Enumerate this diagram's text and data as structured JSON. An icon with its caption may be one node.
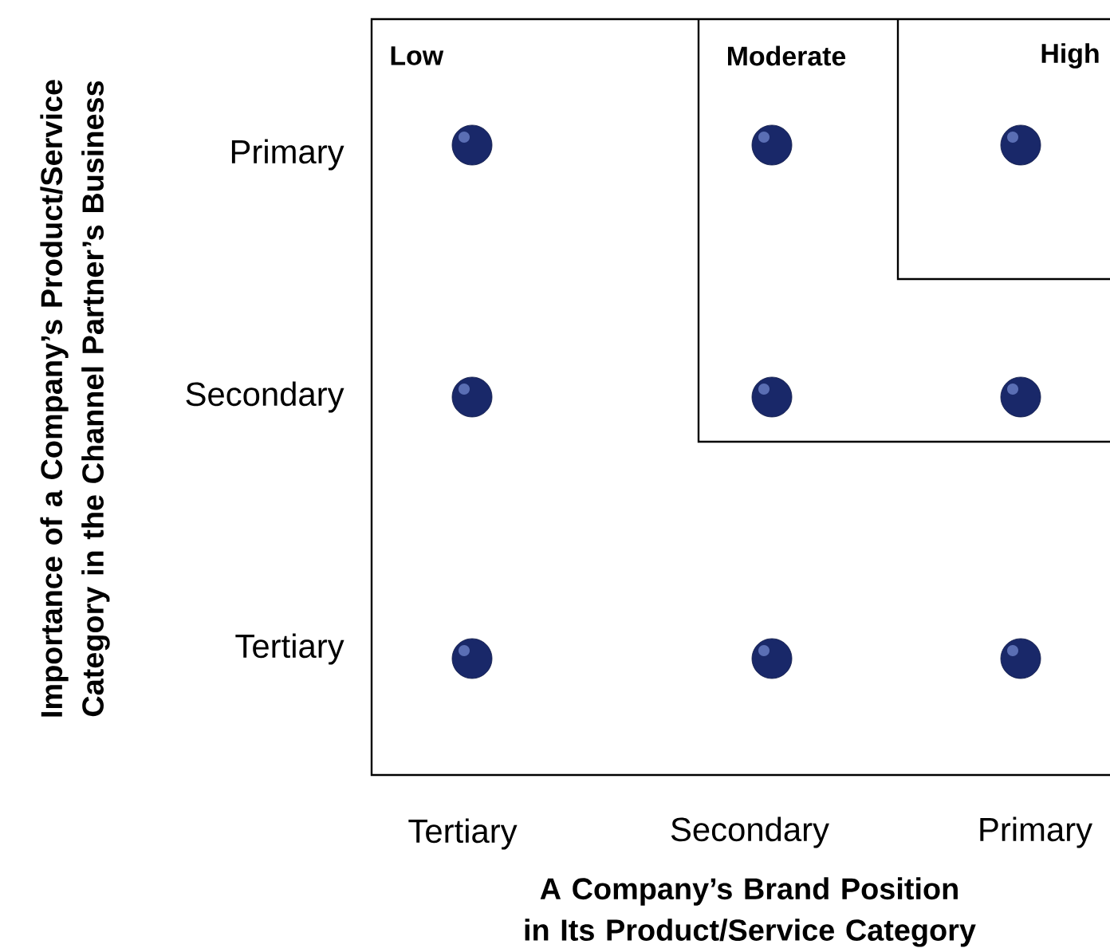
{
  "diagram": {
    "nodes": [
      {
        "text": [
          "Low"
        ]
      },
      {
        "text": [
          "Moderate"
        ],
        "in": 0
      },
      {
        "text": [
          "High"
        ],
        "in": 1
      },
      {
        "text": [],
        "shape": "circle",
        "in": 0
      },
      {
        "text": [],
        "shape": "circle",
        "in": 1
      },
      {
        "text": [],
        "shape": "circle",
        "in": 2
      },
      {
        "text": [],
        "shape": "circle",
        "in": 0
      },
      {
        "text": [],
        "shape": "circle",
        "in": 1
      },
      {
        "text": [],
        "shape": "circle",
        "in": 1
      },
      {
        "text": [],
        "shape": "circle",
        "in": 0
      },
      {
        "text": [],
        "shape": "circle",
        "in": 0
      },
      {
        "text": [],
        "shape": "circle",
        "in": 0
      }
    ],
    "labels": [
      "Importance of a Company’s Product/Service Category in the Channel Partner’s Business",
      "Primary",
      "Secondary",
      "Tertiary",
      "Tertiary",
      "Secondary",
      "Primary",
      "A Company’s Brand Position in Its Product/Service Category"
    ]
  }
}
